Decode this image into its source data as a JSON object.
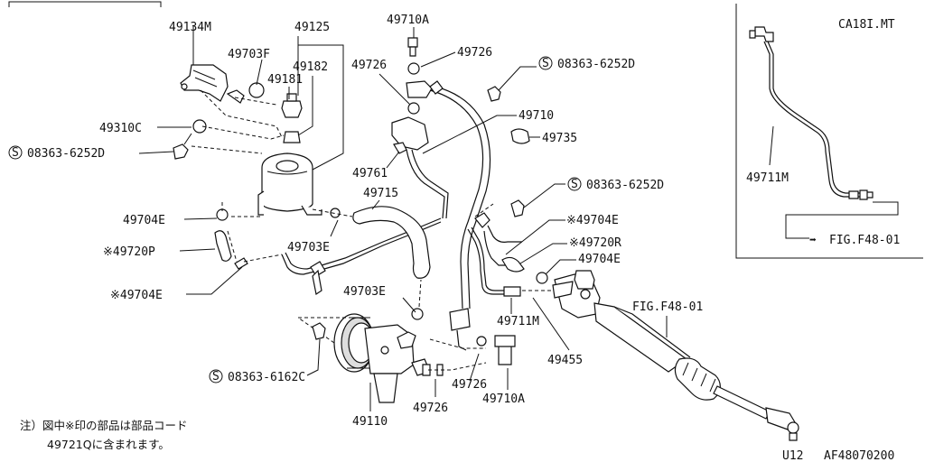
{
  "labels": {
    "p49134M": "49134M",
    "p49125": "49125",
    "p49710A_top": "49710A",
    "p49703F": "49703F",
    "p49182": "49182",
    "p49181": "49181",
    "p49726_a": "49726",
    "p49726_b": "49726",
    "p08363_6252D_a": "08363-6252D",
    "p49310C": "49310C",
    "p08363_6252D_b": "08363-6252D",
    "p49710": "49710",
    "p49735": "49735",
    "p49761": "49761",
    "p49715": "49715",
    "p08363_6252D_c": "08363-6252D",
    "p49704E_a": "49704E",
    "p49704E_b": "※49704E",
    "p49720P": "※49720P",
    "p49703E_a": "49703E",
    "p49720R": "※49720R",
    "p49704E_c": "49704E",
    "p49704E_d": "※49704E",
    "p49703E_b": "49703E",
    "p49711M_main": "49711M",
    "fig_main": "FIG.F48-01",
    "p49455": "49455",
    "p08363_6162C": "08363-6162C",
    "p49726_c": "49726",
    "p49710A_bot": "49710A",
    "p49110": "49110",
    "p49726_d": "49726"
  },
  "inset": {
    "title": "CA18I.MT",
    "part": "49711M",
    "fig": "FIG.F48-01"
  },
  "note": {
    "line1": "注）図中※印の部品は部品コード",
    "line2": "49721Qに含まれます。"
  },
  "footer": {
    "model": "U12",
    "code": "AF48070200"
  },
  "symbols": {
    "screw_prefix": "S"
  }
}
